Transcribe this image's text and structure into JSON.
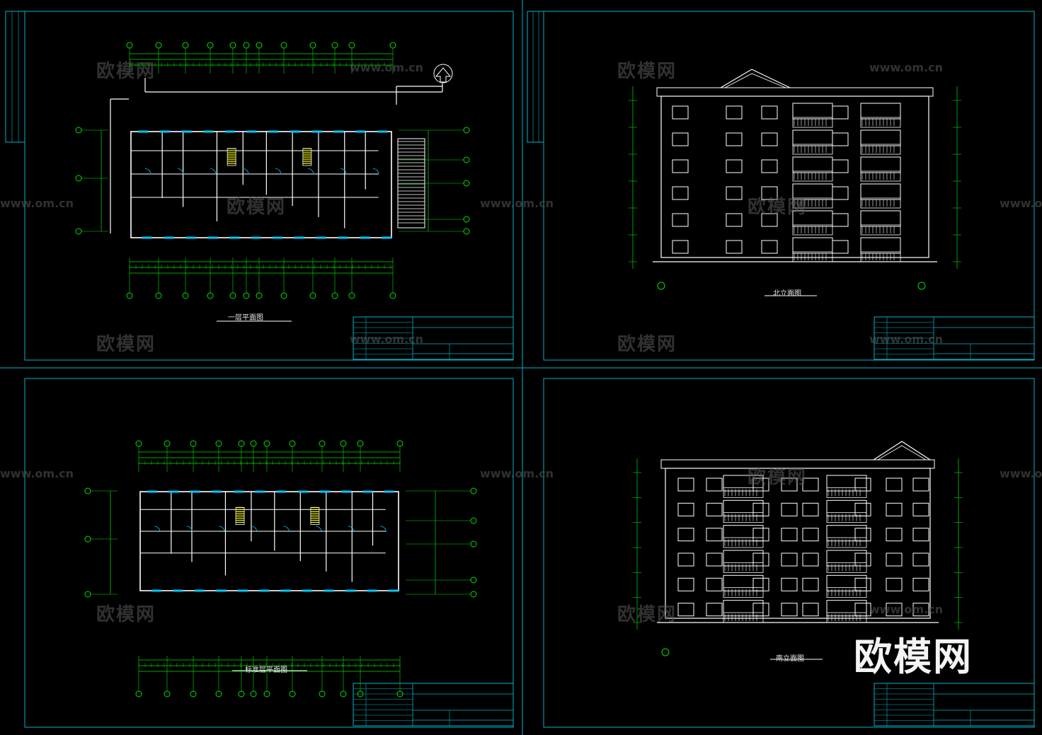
{
  "sheets": [
    {
      "id": "sheet-1",
      "title": "一层平面图"
    },
    {
      "id": "sheet-2",
      "title": "北立面图"
    },
    {
      "id": "sheet-3",
      "title": "标准层平面图"
    },
    {
      "id": "sheet-4",
      "title": "南立面图"
    }
  ],
  "watermark": {
    "brand": "欧模网",
    "url": "www.om.cn"
  },
  "colors": {
    "background": "#000000",
    "frame": "#00b4c8",
    "dimension": "#00e000",
    "wall": "#ffffff",
    "window": "#00c8ff",
    "stair": "#ffff00"
  }
}
